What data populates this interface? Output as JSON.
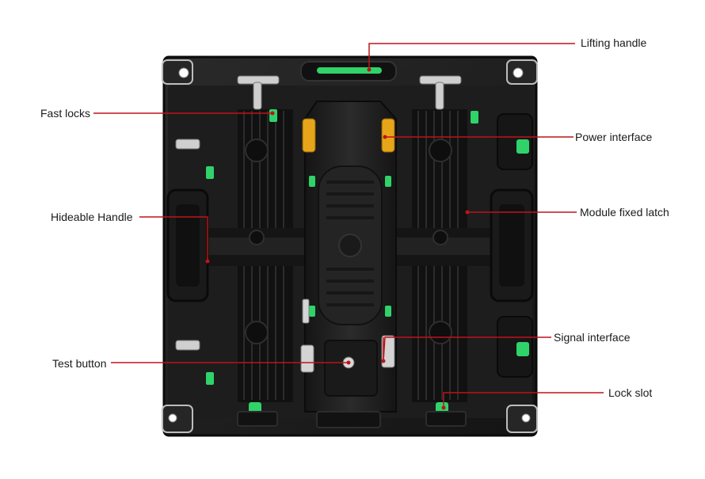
{
  "callouts": {
    "lifting_handle": "Lifting handle",
    "fast_locks": "Fast locks",
    "power_interface": "Power interface",
    "hideable_handle": "Hideable Handle",
    "module_fixed_latch": "Module fixed latch",
    "signal_interface": "Signal interface",
    "test_button": "Test button",
    "lock_slot": "Lock slot"
  },
  "colors": {
    "callout_line": "#c0121b",
    "cabinet_body": "#1c1c1c",
    "cabinet_edge": "#0b0b0b",
    "accent_green": "#2fd36a",
    "connector_yellow": "#e7a51a",
    "metal_silver": "#cfcfcf"
  }
}
